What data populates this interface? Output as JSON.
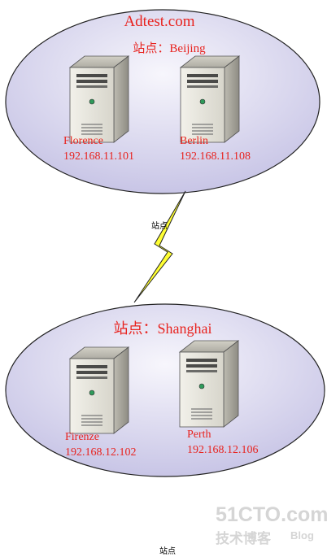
{
  "domain_title": "Adtest.com",
  "sites": [
    {
      "label": "站点：Beijing",
      "servers": [
        {
          "name": "Florence",
          "ip": "192.168.11.101"
        },
        {
          "name": "Berlin",
          "ip": "192.168.11.108"
        }
      ]
    },
    {
      "label": "站点：Shanghai",
      "servers": [
        {
          "name": "Firenze",
          "ip": "192.168.12.102"
        },
        {
          "name": "Perth",
          "ip": "192.168.12.106"
        }
      ]
    }
  ],
  "link_label": "站点",
  "bottom_caption": "站点",
  "watermark": {
    "brand": "51CTO.com",
    "subtitle": "技术博客",
    "blog": "Blog"
  },
  "colors": {
    "text_red": "#e8231f",
    "ellipse_fill_light": "#f4f3fb",
    "ellipse_fill_dark": "#c9c6e8",
    "lightning": "#ffff33",
    "watermark": "#d5d5d5"
  }
}
